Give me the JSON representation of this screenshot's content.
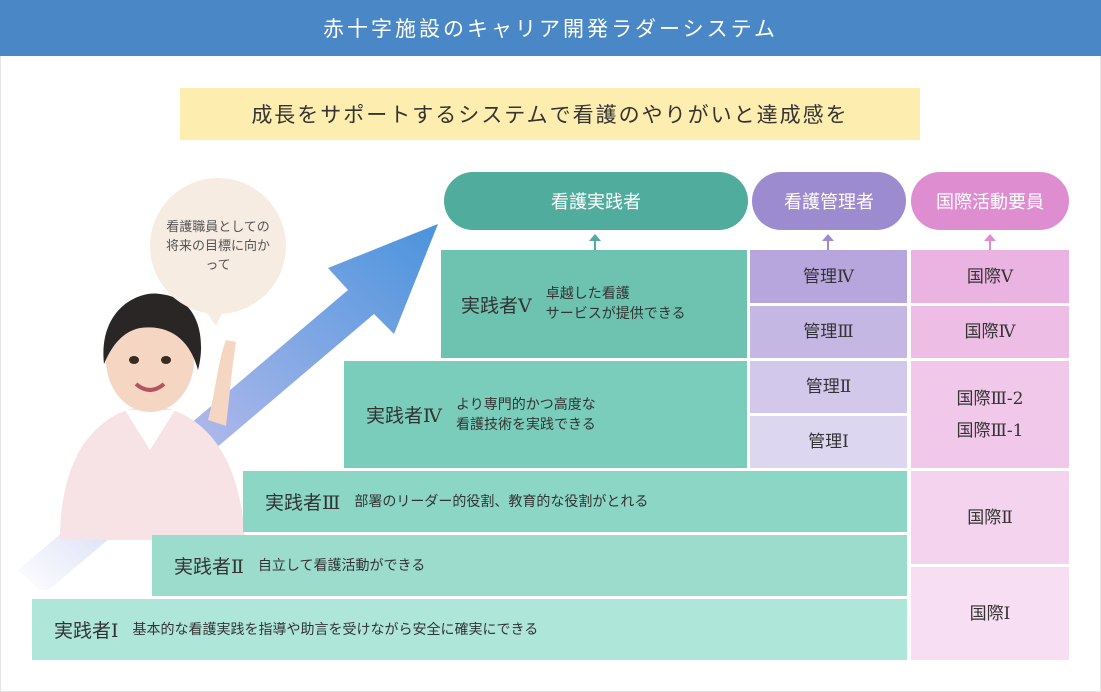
{
  "header": {
    "title": "赤十字施設のキャリア開発ラダーシステム"
  },
  "tagline": "成長をサポートするシステムで看護のやりがいと達成感を",
  "categories": {
    "practitioner": "看護実践者",
    "manager": "看護管理者",
    "intl": "国際活動要員"
  },
  "bubble": "看護職員としての将来の目標に向かって",
  "steps": [
    {
      "level": "実践者Ⅰ",
      "desc": "基本的な看護実践を指導や助言を受けながら安全に確実にできる"
    },
    {
      "level": "実践者Ⅱ",
      "desc": "自立して看護活動ができる"
    },
    {
      "level": "実践者Ⅲ",
      "desc": "部署のリーダー的役割、教育的な役割がとれる"
    },
    {
      "level": "実践者Ⅳ",
      "desc_line1": "より専門的かつ高度な",
      "desc_line2": "看護技術を実践できる"
    },
    {
      "level": "実践者Ⅴ",
      "desc_line1": "卓越した看護",
      "desc_line2": "サービスが提供できる"
    }
  ],
  "manager_levels": {
    "m4": "管理Ⅳ",
    "m3": "管理Ⅲ",
    "m2": "管理Ⅱ",
    "m1": "管理Ⅰ"
  },
  "intl_levels": {
    "i5": "国際Ⅴ",
    "i4": "国際Ⅳ",
    "i3b": "国際Ⅲ-2",
    "i3a": "国際Ⅲ-1",
    "i2": "国際Ⅱ",
    "i1": "国際Ⅰ"
  },
  "colors": {
    "header": "#4a87c7",
    "tagline_bg": "#fdeeb0",
    "practitioner": "#50ad9d",
    "manager": "#9d8bcf",
    "intl": "#de8ed0"
  }
}
